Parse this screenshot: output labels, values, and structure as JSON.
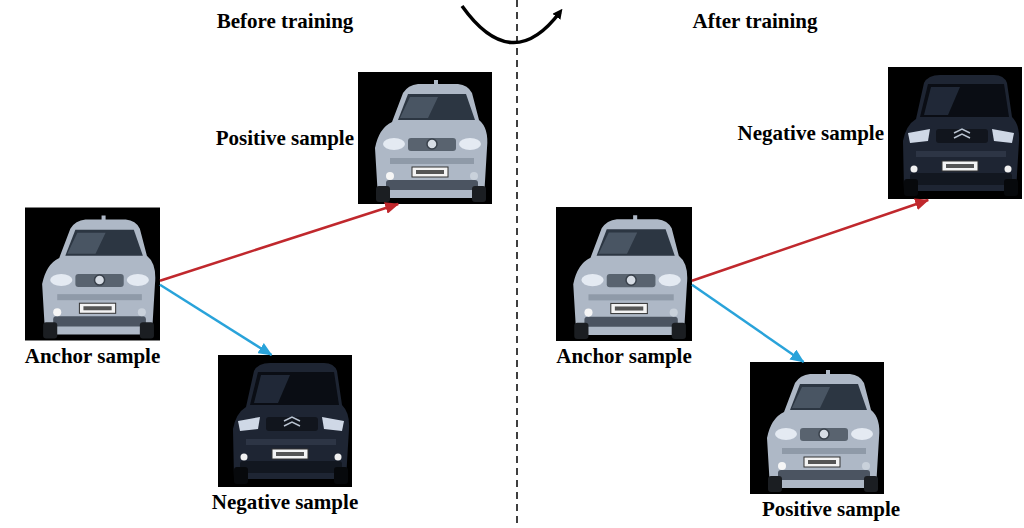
{
  "diagram": {
    "nodes": [
      {
        "text": [
          "Positive sample"
        ]
      },
      {
        "text": [
          "Anchor sample"
        ]
      },
      {
        "text": [
          "Negative sample"
        ]
      },
      {
        "text": [
          "Negative sample"
        ]
      },
      {
        "text": [
          "Anchor sample"
        ]
      },
      {
        "text": [
          "Positive sample"
        ]
      }
    ],
    "edges": [
      {
        "from": 1,
        "to": 0,
        "arrow": "to"
      },
      {
        "from": 1,
        "to": 2,
        "arrow": "to"
      },
      {
        "from": 4,
        "to": 3,
        "arrow": "to"
      },
      {
        "from": 4,
        "to": 5,
        "arrow": "to"
      }
    ],
    "labels": [
      "Before training",
      "After training"
    ]
  }
}
